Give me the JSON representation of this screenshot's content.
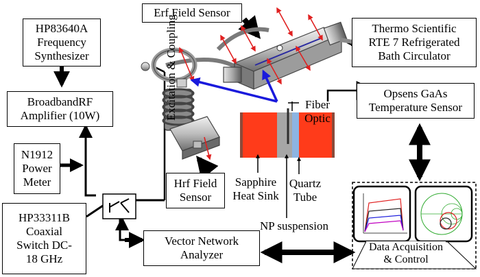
{
  "boxes": {
    "synth": [
      "HP83640A",
      "Frequency",
      "Synthesizer"
    ],
    "amp": [
      "BroadbandRF",
      "Amplifier (10W)"
    ],
    "meter": [
      "N1912",
      "Power",
      "Meter"
    ],
    "switch": [
      "HP33311B",
      "Coaxial",
      "Switch DC-",
      "18 GHz"
    ],
    "vna": [
      "Vector Network",
      "Analyzer"
    ],
    "chiller": [
      "Thermo Scientific",
      "RTE 7 Refrigerated",
      "Bath Circulator"
    ],
    "opsens": [
      "Opsens GaAs",
      "Temperature Sensor"
    ],
    "erf": "Erf Field Sensor",
    "hrf": [
      "Hrf Field",
      "Sensor"
    ]
  },
  "labels": {
    "excitation": "Excitation & Coupling",
    "fiber": [
      "Fiber",
      "Optic"
    ],
    "sapphire": [
      "Sapphire",
      "Heat Sink"
    ],
    "quartz": [
      "Quartz",
      "Tube"
    ],
    "np": "NP suspension",
    "daq": [
      "Data Acquisition",
      "& Control"
    ]
  },
  "colors": {
    "sapphire": "#ff3b1a",
    "quartz": "#8db4e2",
    "sample": "#a6a6a6",
    "sensor_rod": "#2e2e2e",
    "erf_arrows": "#e02020",
    "fiber_lines": "#1a1adc"
  }
}
